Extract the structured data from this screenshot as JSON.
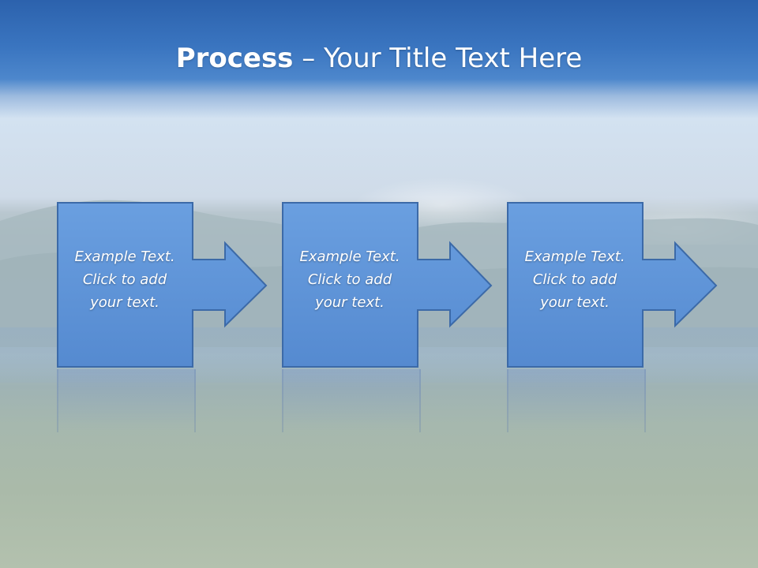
{
  "slide": {
    "title_bold": "Process",
    "title_rest": " – Your Title Text Here"
  },
  "steps": [
    {
      "text": "Example Text.\nClick  to add\nyour text."
    },
    {
      "text": "Example Text.\nClick  to add\nyour text."
    },
    {
      "text": "Example Text.\nClick  to add\nyour text."
    }
  ],
  "colors": {
    "banner": "#2c62ad",
    "box_fill": "#5d93d8",
    "box_border": "#3c6aa8",
    "text": "#ffffff"
  }
}
